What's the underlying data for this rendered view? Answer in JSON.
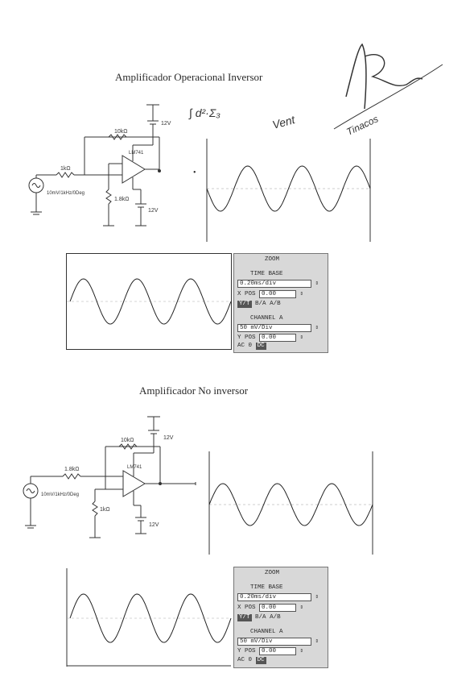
{
  "section1": {
    "title": "Amplificador Operacional Inversor",
    "circuit": {
      "feedback_resistor": "10kΩ",
      "input_resistor": "1kΩ",
      "source": "10mV/1kHz/0Deg",
      "op_amp": "LM741",
      "v_plus": "12V",
      "v_minus": "12V",
      "ground_resistor": "1.8kΩ"
    },
    "zoom_panel": {
      "header": "ZOOM",
      "time_base_label": "TIME BASE",
      "time_base_value": "0.20ms/div",
      "xpos_label": "X POS",
      "xpos_value": "0.00",
      "mode_buttons": [
        "Y/T",
        "B/A",
        "A/B"
      ],
      "channel_label": "CHANNEL A",
      "volts_div": "50 mV/Div",
      "ypos_label": "Y POS",
      "ypos_value": "0.00",
      "coupling": [
        "AC",
        "0",
        "DC"
      ]
    }
  },
  "section2": {
    "title": "Amplificador No inversor",
    "circuit": {
      "feedback_resistor": "10kΩ",
      "input_resistor": "1.8kΩ",
      "source": "10mV/1kHz/0Deg",
      "op_amp": "LM741",
      "v_plus": "12V",
      "v_minus": "12V",
      "ground_resistor": "1kΩ"
    },
    "zoom_panel": {
      "header": "ZOOM",
      "time_base_label": "TIME BASE",
      "time_base_value": "0.20ms/div",
      "xpos_label": "X POS",
      "xpos_value": "0.00",
      "mode_buttons": [
        "Y/T",
        "B/A",
        "A/B"
      ],
      "channel_label": "CHANNEL A",
      "volts_div": "50 mV/Div",
      "ypos_label": "Y POS",
      "ypos_value": "0.00",
      "coupling": [
        "AC",
        "0",
        "DC"
      ]
    }
  },
  "handwriting": {
    "formula": "∫ d²·Σ₃",
    "note1": "Vent",
    "note2": "Tinacos"
  }
}
